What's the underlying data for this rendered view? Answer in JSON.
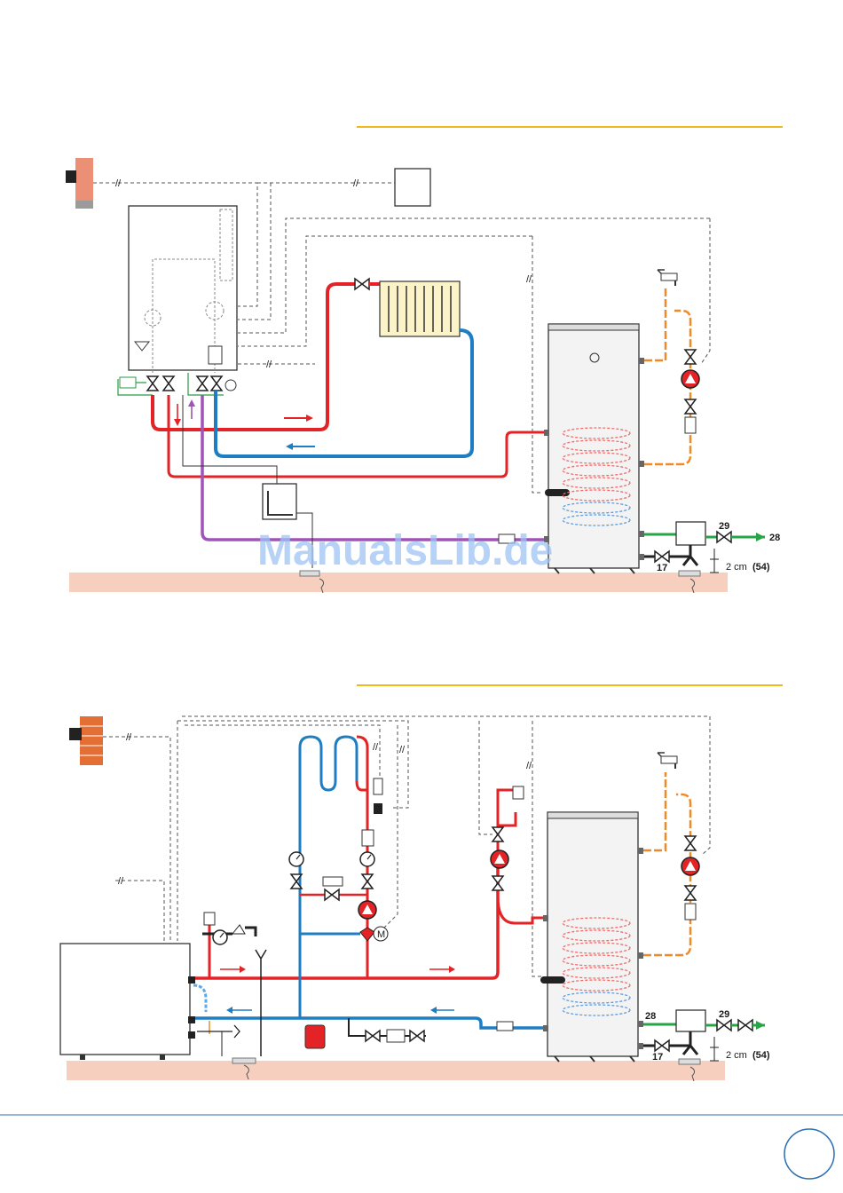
{
  "watermark": "ManualsLib.de",
  "colors": {
    "flow": "#e42326",
    "return": "#1f7ec2",
    "purple": "#a053b8",
    "dhw": "#ef8a2a",
    "cold": "#27a545",
    "floor": "#f6cfbf",
    "header_line": "#f3b81b",
    "footer_line": "#2d6fb0"
  },
  "diagram_top": {
    "labels": {
      "cold_in": "28",
      "valve_a": "29",
      "drain_valve": "17",
      "gap": "2 cm",
      "gap_code": "(54)"
    }
  },
  "diagram_bottom": {
    "labels": {
      "cold_conn": "28",
      "valve_a": "29",
      "drain_valve": "17",
      "gap": "2 cm",
      "gap_code": "(54)"
    }
  }
}
